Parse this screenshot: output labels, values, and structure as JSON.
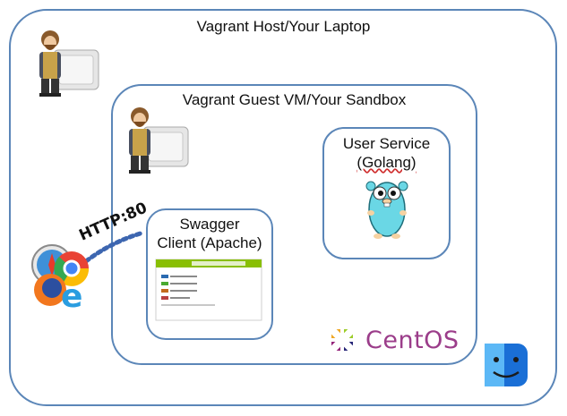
{
  "host": {
    "label": "Vagrant Host/Your Laptop"
  },
  "guest": {
    "label": "Vagrant Guest VM/Your Sandbox"
  },
  "user_service": {
    "line1": "User Service",
    "line2": "(Golang)"
  },
  "swagger": {
    "line1": "Swagger",
    "line2": "Client (Apache)"
  },
  "connection": {
    "label": "HTTP:80"
  },
  "os": {
    "label": "CentOS"
  },
  "icons": {
    "host_person": "vagrant-mascot-icon",
    "guest_person": "vagrant-mascot-icon",
    "browsers": "browser-cluster-icon",
    "gopher": "go-gopher-icon",
    "finder": "mac-finder-icon",
    "centos": "centos-logo-icon"
  },
  "colors": {
    "box_border": "#5b86b8",
    "arrow": "#3d66b0",
    "centos": "#9b3d8a"
  }
}
